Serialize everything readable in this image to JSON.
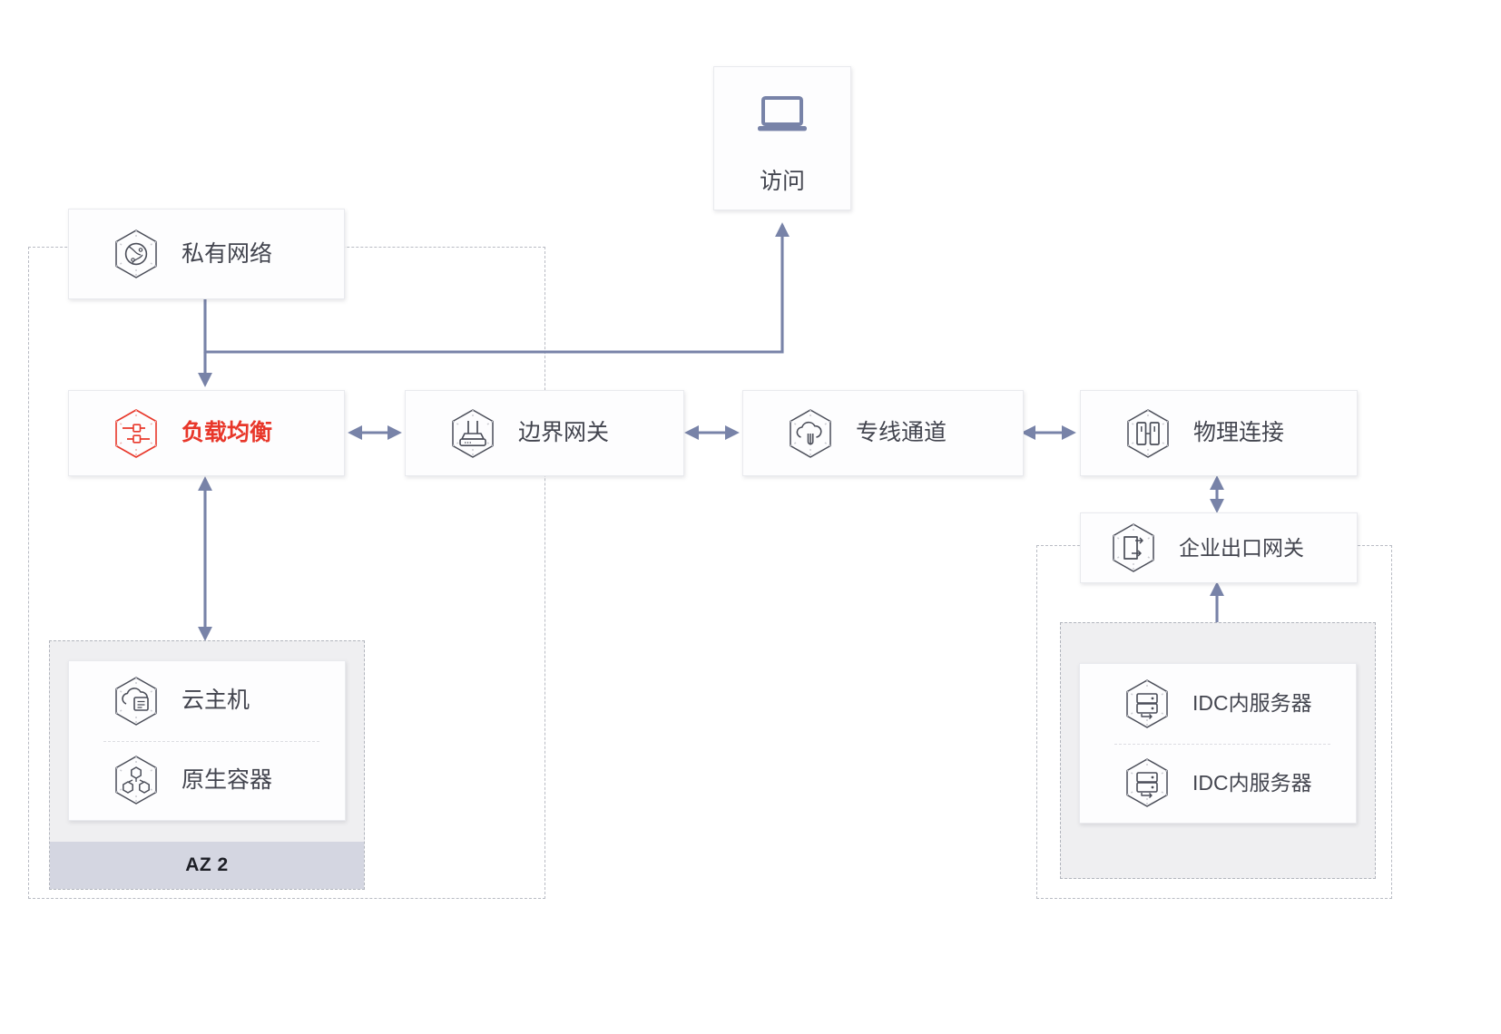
{
  "diagram": {
    "title_colors": {
      "accent": "#e8372a",
      "line": "#7883a8",
      "icon_stroke": "#4a4d58",
      "region_border": "#b9bcc4",
      "group_fill": "#efeff1",
      "az_footer_fill": "#d4d6e1",
      "card_fill": "#fdfdfe",
      "text": "#43454f"
    },
    "nodes": {
      "access": {
        "label": "访问",
        "icon": "laptop-icon"
      },
      "private_network": {
        "label": "私有网络",
        "icon": "globe-hexagon-icon"
      },
      "load_balancer": {
        "label": "负载均衡",
        "icon": "load-balancer-hexagon-icon",
        "highlighted": true
      },
      "border_gateway": {
        "label": "边界网关",
        "icon": "router-hexagon-icon"
      },
      "dedicated_line": {
        "label": "专线通道",
        "icon": "cloud-link-hexagon-icon"
      },
      "physical_connection": {
        "label": "物理连接",
        "icon": "physical-port-hexagon-icon"
      },
      "enterprise_egress_gateway": {
        "label": "企业出口网关",
        "icon": "egress-gateway-hexagon-icon"
      },
      "cloud_host": {
        "label": "云主机",
        "icon": "cloud-server-hexagon-icon"
      },
      "native_container": {
        "label": "原生容器",
        "icon": "container-hexagon-icon"
      },
      "idc_server_1": {
        "label": "IDC内服务器",
        "icon": "server-hexagon-icon"
      },
      "idc_server_2": {
        "label": "IDC内服务器",
        "icon": "server-hexagon-icon"
      }
    },
    "groups": {
      "az2": {
        "label": "AZ 2"
      }
    },
    "edges": [
      {
        "from": "private_network",
        "to": "access",
        "style": "solid",
        "arrow": "end"
      },
      {
        "from": "private_network",
        "to": "load_balancer",
        "style": "solid",
        "arrow": "end"
      },
      {
        "from": "load_balancer",
        "to": "border_gateway",
        "style": "solid",
        "arrow": "both"
      },
      {
        "from": "border_gateway",
        "to": "dedicated_line",
        "style": "solid",
        "arrow": "both"
      },
      {
        "from": "dedicated_line",
        "to": "physical_connection",
        "style": "solid",
        "arrow": "both"
      },
      {
        "from": "physical_connection",
        "to": "enterprise_egress_gateway",
        "style": "solid",
        "arrow": "both"
      },
      {
        "from": "enterprise_egress_gateway",
        "to": "idc_group",
        "style": "solid",
        "arrow": "both"
      },
      {
        "from": "load_balancer",
        "to": "az2_group",
        "style": "solid",
        "arrow": "both"
      }
    ]
  }
}
